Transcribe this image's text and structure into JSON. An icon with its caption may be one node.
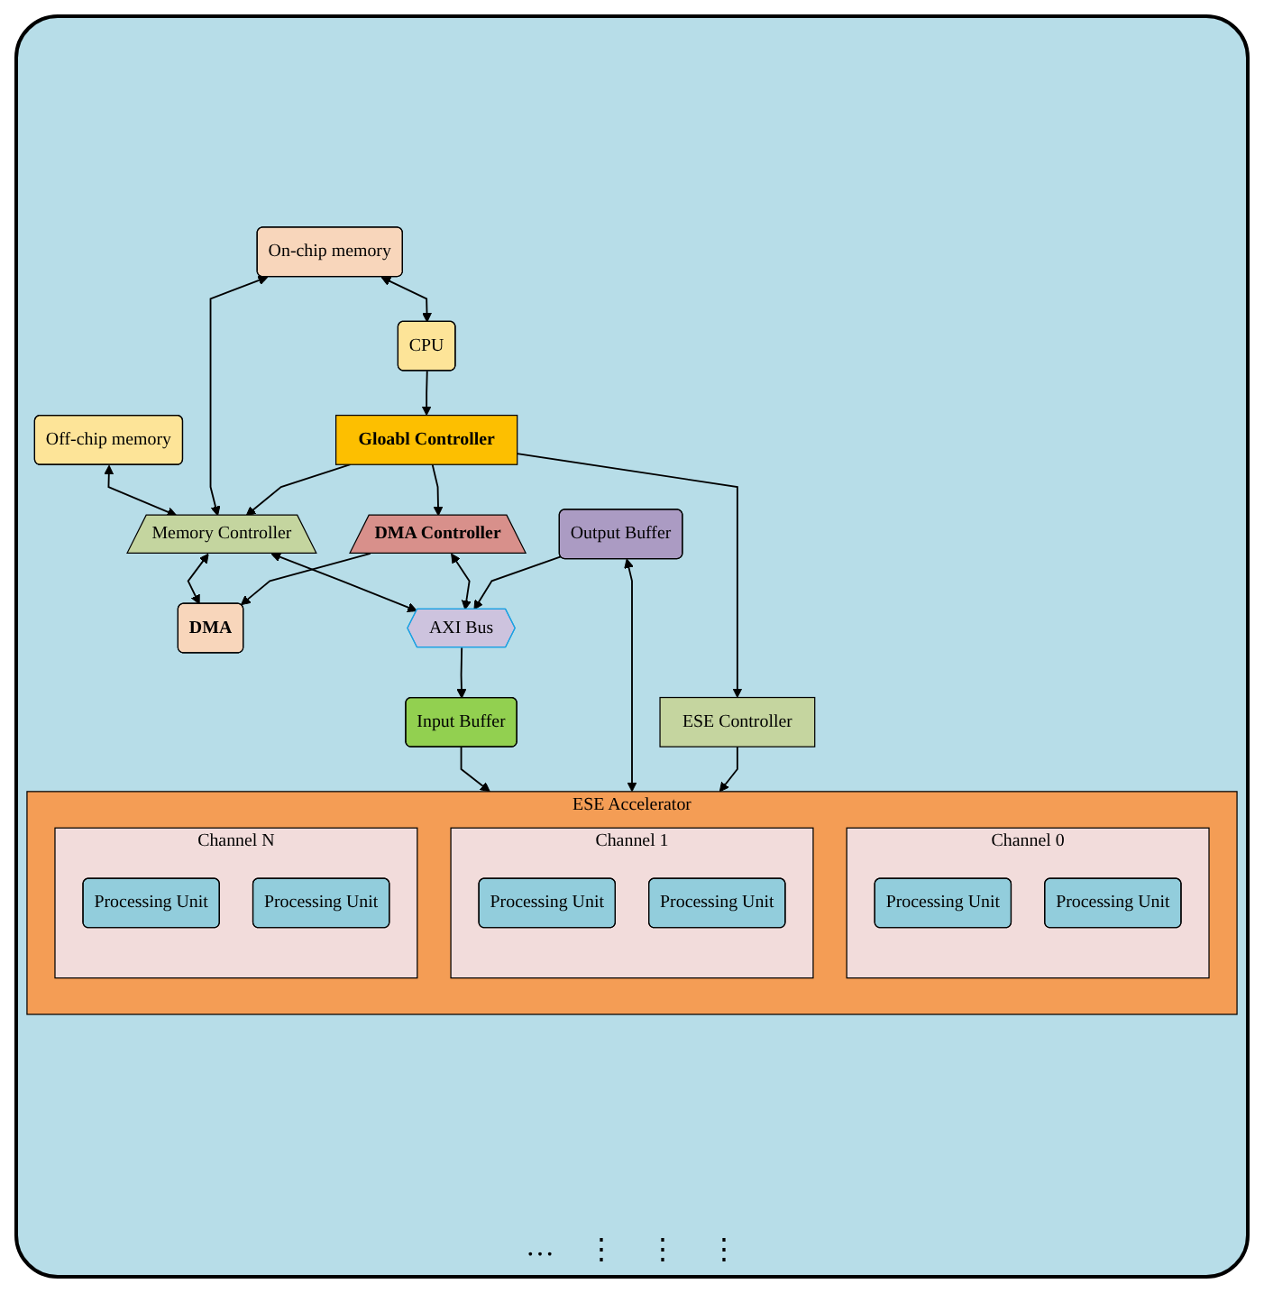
{
  "diagram": {
    "nodes": [
      {
        "text": [
          "Off-chip memory"
        ]
      },
      {
        "text": [
          "On-chip memory"
        ]
      },
      {
        "text": [
          "CPU"
        ]
      },
      {
        "text": [
          "Gloabl Controller"
        ]
      },
      {
        "text": [
          "Memory Controller"
        ]
      },
      {
        "text": [
          "DMA"
        ]
      },
      {
        "text": [
          "DMA Controller"
        ]
      },
      {
        "text": [
          "AXI Bus"
        ]
      },
      {
        "text": [
          "Input Buffer"
        ]
      },
      {
        "text": [
          "Output Buffer"
        ]
      },
      {
        "text": [
          "ESE Controller"
        ]
      },
      {
        "text": [
          "ESE Accelerator"
        ]
      },
      {
        "text": [
          "Channel 0"
        ],
        "in": 11
      },
      {
        "text": [
          "Processing Unit"
        ],
        "in": 12
      },
      {
        "text": [
          "Processing Unit"
        ],
        "in": 12
      },
      {
        "text": [
          "Channel 1"
        ],
        "in": 11
      },
      {
        "text": [
          "Processing Unit"
        ],
        "in": 15
      },
      {
        "text": [
          "Processing Unit"
        ],
        "in": 15
      },
      {
        "text": [
          "Channel N"
        ],
        "in": 11
      },
      {
        "text": [
          "Processing Unit"
        ],
        "in": 18
      },
      {
        "text": [
          "Processing Unit"
        ],
        "in": 18
      }
    ],
    "edges": [
      {
        "from": 0,
        "to": 4,
        "arrow": "both"
      },
      {
        "from": 1,
        "to": 4,
        "arrow": "both"
      },
      {
        "from": 1,
        "to": 2,
        "arrow": "both"
      },
      {
        "from": 2,
        "to": 3,
        "arrow": "to"
      },
      {
        "from": 3,
        "to": 4,
        "arrow": "to"
      },
      {
        "from": 4,
        "to": 5,
        "arrow": "both"
      },
      {
        "from": 4,
        "to": 7,
        "arrow": "both"
      },
      {
        "from": 3,
        "to": 6,
        "arrow": "to"
      },
      {
        "from": 6,
        "to": 5,
        "arrow": "to"
      },
      {
        "from": 6,
        "to": 7,
        "arrow": "both"
      },
      {
        "from": 7,
        "to": 8,
        "arrow": "to"
      },
      {
        "from": 9,
        "to": 7,
        "arrow": "to"
      },
      {
        "from": 8,
        "to": 11,
        "arrow": "to"
      },
      {
        "from": 9,
        "to": 11,
        "arrow": "both"
      },
      {
        "from": 10,
        "to": 11,
        "arrow": "to"
      },
      {
        "from": 3,
        "to": 10,
        "arrow": "to"
      }
    ],
    "labels": [
      "…",
      "⋮",
      "⋮",
      "⋮"
    ]
  }
}
